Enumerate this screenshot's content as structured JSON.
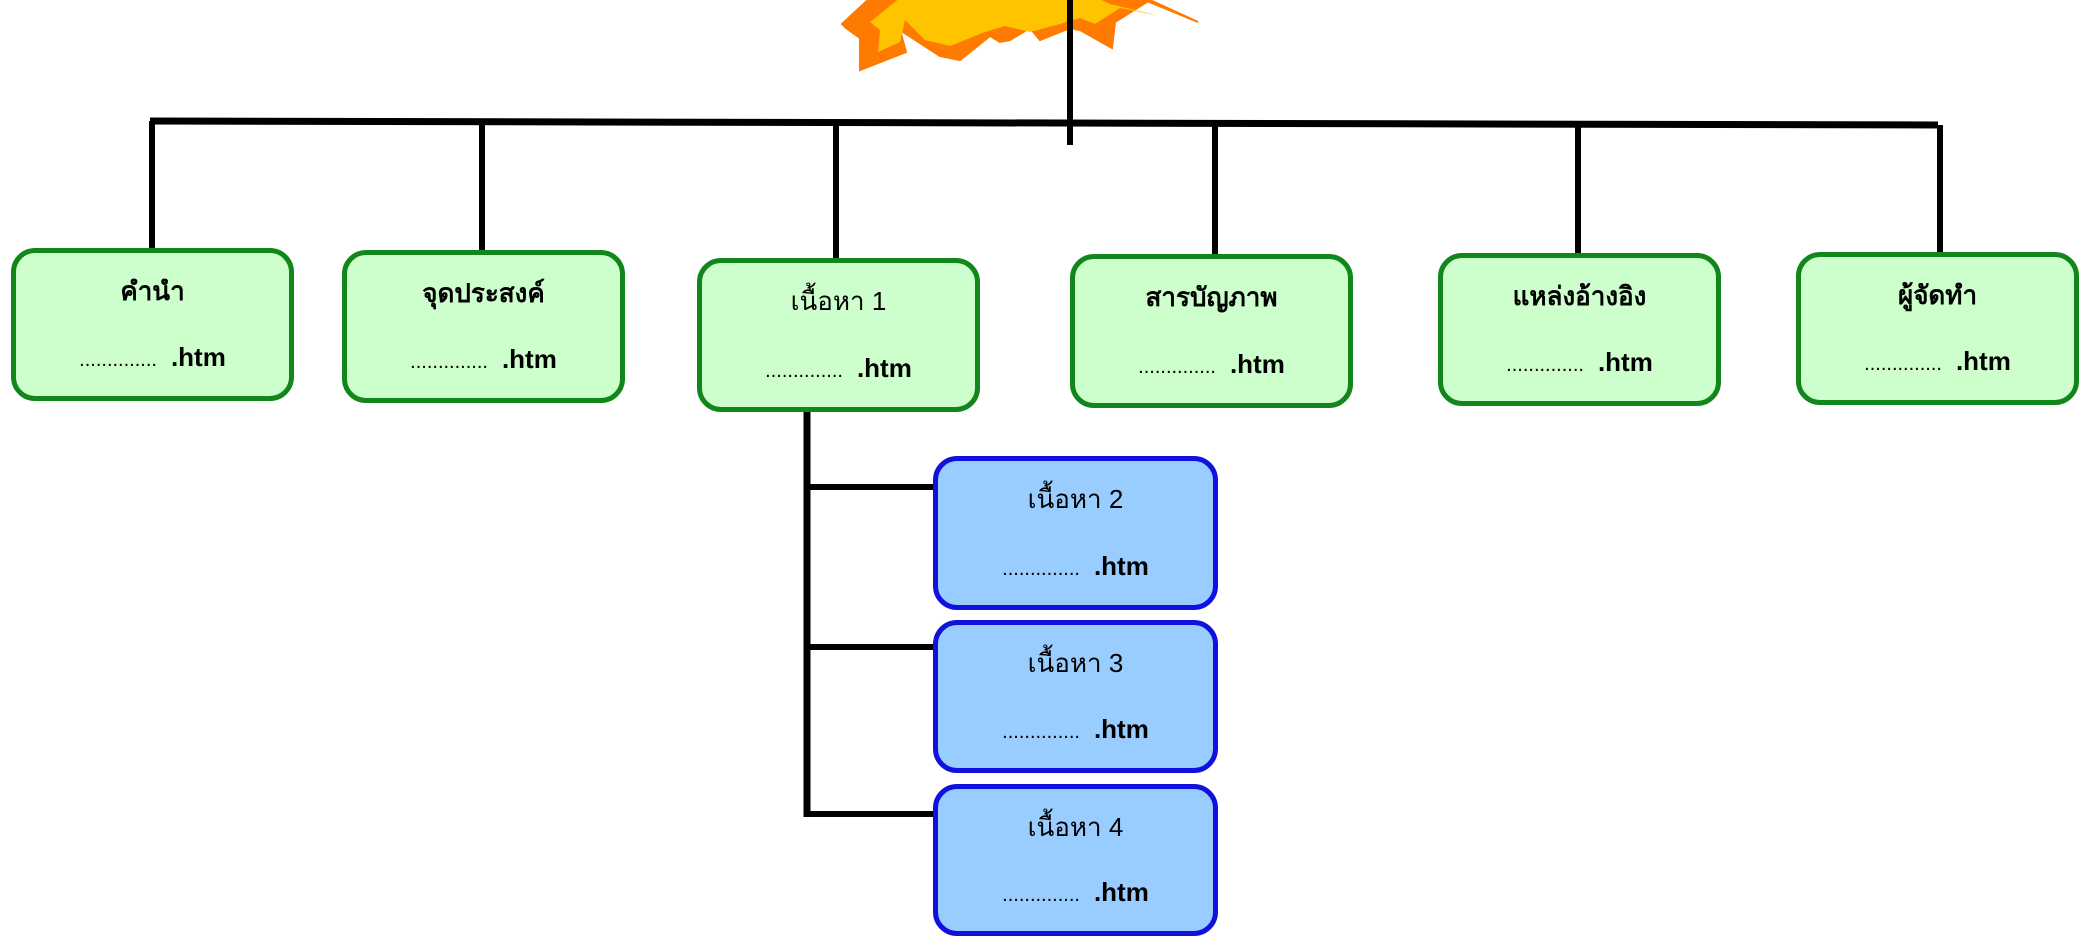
{
  "colors": {
    "main_fill": "#ccffcc",
    "main_border": "#12861a",
    "sub_fill": "#99ccff",
    "sub_border": "#1111dd",
    "connector": "#000000",
    "star_outer": "#ff7a00",
    "star_inner": "#ffd200"
  },
  "root": {
    "icon": "starburst-icon"
  },
  "main_nodes": [
    {
      "title": "คำนำ",
      "dots": "..............",
      "ext": ".htm"
    },
    {
      "title": "จุดประสงค์",
      "dots": "..............",
      "ext": ".htm"
    },
    {
      "title": "เนื้อหา 1",
      "dots": "..............",
      "ext": ".htm"
    },
    {
      "title": "สารบัญภาพ",
      "dots": "..............",
      "ext": ".htm"
    },
    {
      "title": "แหล่งอ้างอิง",
      "dots": "..............",
      "ext": ".htm"
    },
    {
      "title": "ผู้จัดทำ",
      "dots": "..............",
      "ext": ".htm"
    }
  ],
  "sub_nodes": [
    {
      "title": "เนื้อหา 2",
      "dots": "..............",
      "ext": ".htm"
    },
    {
      "title": "เนื้อหา 3",
      "dots": "..............",
      "ext": ".htm"
    },
    {
      "title": "เนื้อหา 4",
      "dots": "..............",
      "ext": ".htm"
    }
  ]
}
